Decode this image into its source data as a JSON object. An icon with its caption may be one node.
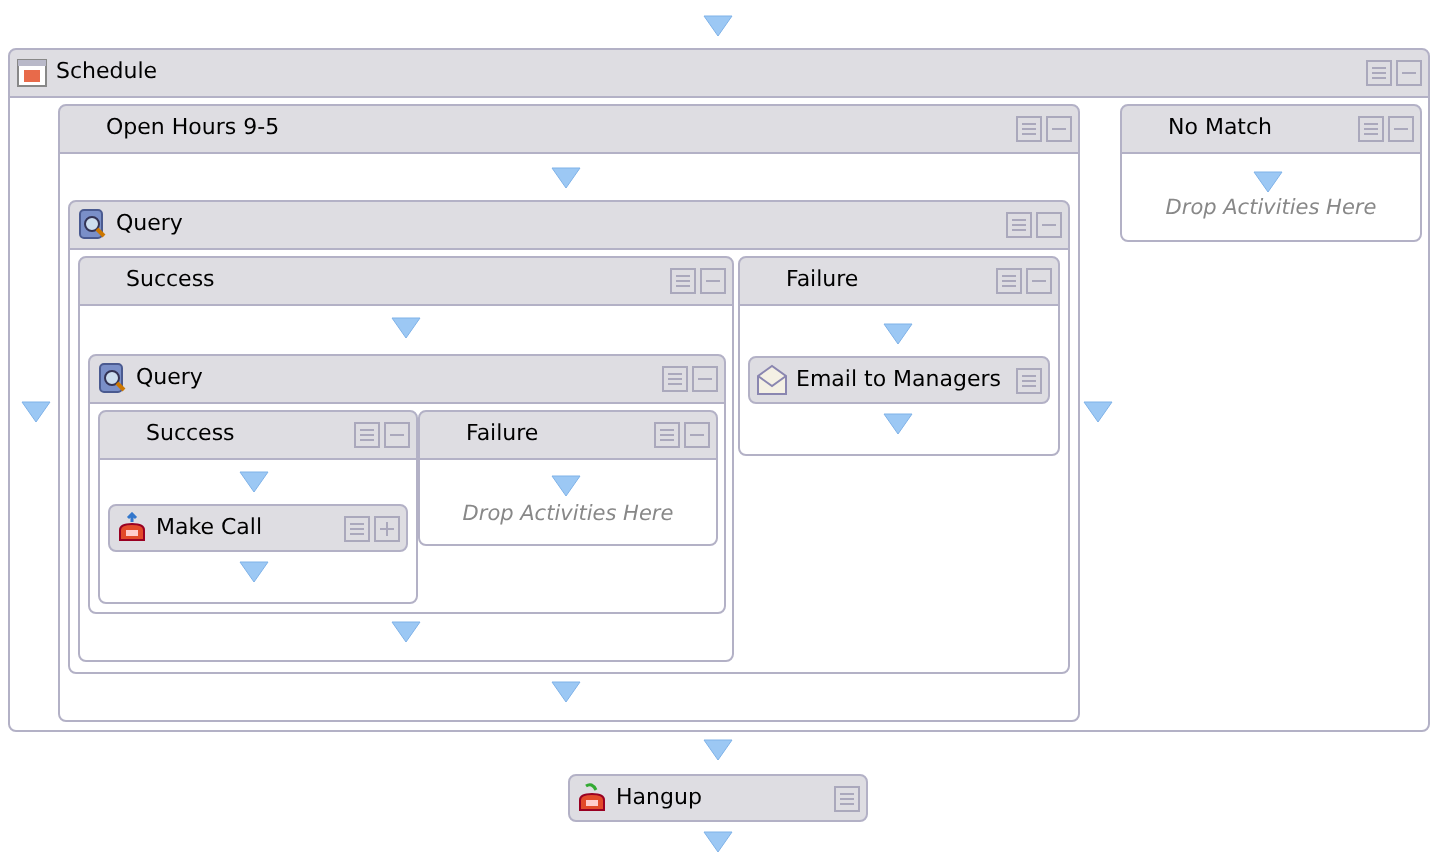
{
  "diagram": {
    "nodes": [
      {
        "text": [
          "Schedule"
        ]
      },
      {
        "text": [
          "Open Hours 9-5"
        ],
        "in": 0
      },
      {
        "text": [
          "No Match",
          "Drop Activities Here"
        ],
        "in": 0
      },
      {
        "text": [
          "Query"
        ],
        "in": 1
      },
      {
        "text": [
          "Success"
        ],
        "in": 3
      },
      {
        "text": [
          "Failure"
        ],
        "in": 3
      },
      {
        "text": [
          "Email to Managers"
        ],
        "in": 5
      },
      {
        "text": [
          "Query"
        ],
        "in": 4
      },
      {
        "text": [
          "Success"
        ],
        "in": 7
      },
      {
        "text": [
          "Failure",
          "Drop Activities Here"
        ],
        "in": 7
      },
      {
        "text": [
          "Make Call"
        ],
        "in": 8
      },
      {
        "text": [
          "Hangup"
        ]
      }
    ]
  }
}
